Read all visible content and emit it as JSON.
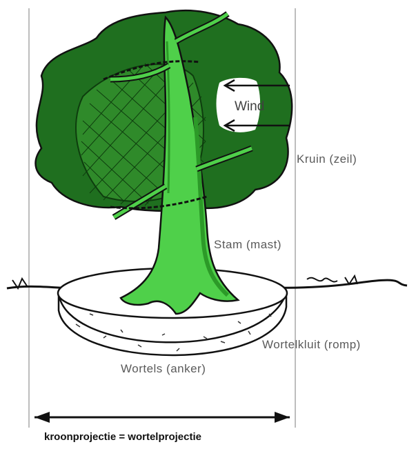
{
  "labels": {
    "wind": "Wind",
    "crown": "Kruin (zeil)",
    "trunk": "Stam (mast)",
    "rootball": "Wortelkluit (romp)",
    "roots": "Wortels (anker)",
    "caption": "kroonprojectie = wortelprojectie"
  },
  "colors": {
    "foliage_dark": "#1f6f1f",
    "foliage_mid": "#2f8a2a",
    "trunk": "#4fd04a",
    "trunk_shade": "#2c9a28",
    "ink": "#111111",
    "guide_line": "#bdbdbd"
  }
}
